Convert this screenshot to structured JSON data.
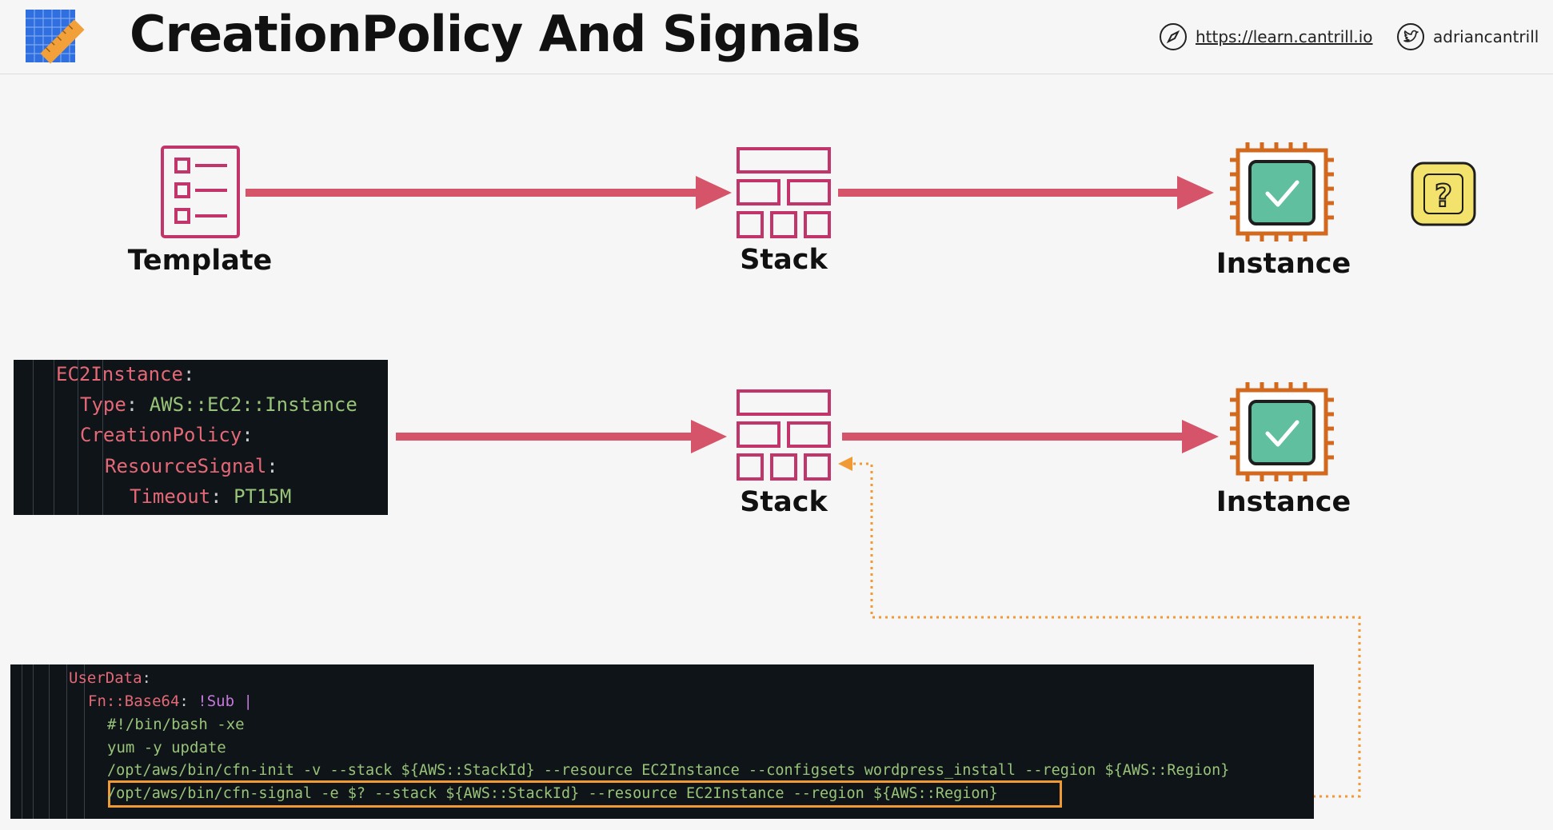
{
  "header": {
    "title": "CreationPolicy And Signals",
    "link_url": "https://learn.cantrill.io",
    "twitter_handle": "adriancantrill"
  },
  "diagram": {
    "row1": {
      "template_label": "Template",
      "stack_label": "Stack",
      "instance_label": "Instance",
      "status_icon": "question-icon"
    },
    "row2": {
      "stack_label": "Stack",
      "instance_label": "Instance"
    }
  },
  "code_creation_policy": {
    "line1_key": "EC2Instance",
    "line2_key": "Type",
    "line2_value": "AWS::EC2::Instance",
    "line3_key": "CreationPolicy",
    "line4_key": "ResourceSignal",
    "line5_key": "Timeout",
    "line5_value": "PT15M"
  },
  "code_userdata": {
    "line1_key": "UserData",
    "line2_key": "Fn::Base64",
    "line2_tag": "!Sub |",
    "line3": "#!/bin/bash -xe",
    "line4": "yum -y update",
    "line5": "/opt/aws/bin/cfn-init -v --stack ${AWS::StackId} --resource EC2Instance --configsets wordpress_install --region ${AWS::Region}",
    "line6": "/opt/aws/bin/cfn-signal -e $? --stack ${AWS::StackId} --resource EC2Instance --region ${AWS::Region}"
  },
  "colors": {
    "arrow": "#d6546a",
    "stack_icon": "#c2356a",
    "instance_icon": "#d2691e",
    "instance_fill": "#5fbf9f",
    "signal_line": "#f09a36",
    "question_fill": "#f3e36d"
  }
}
